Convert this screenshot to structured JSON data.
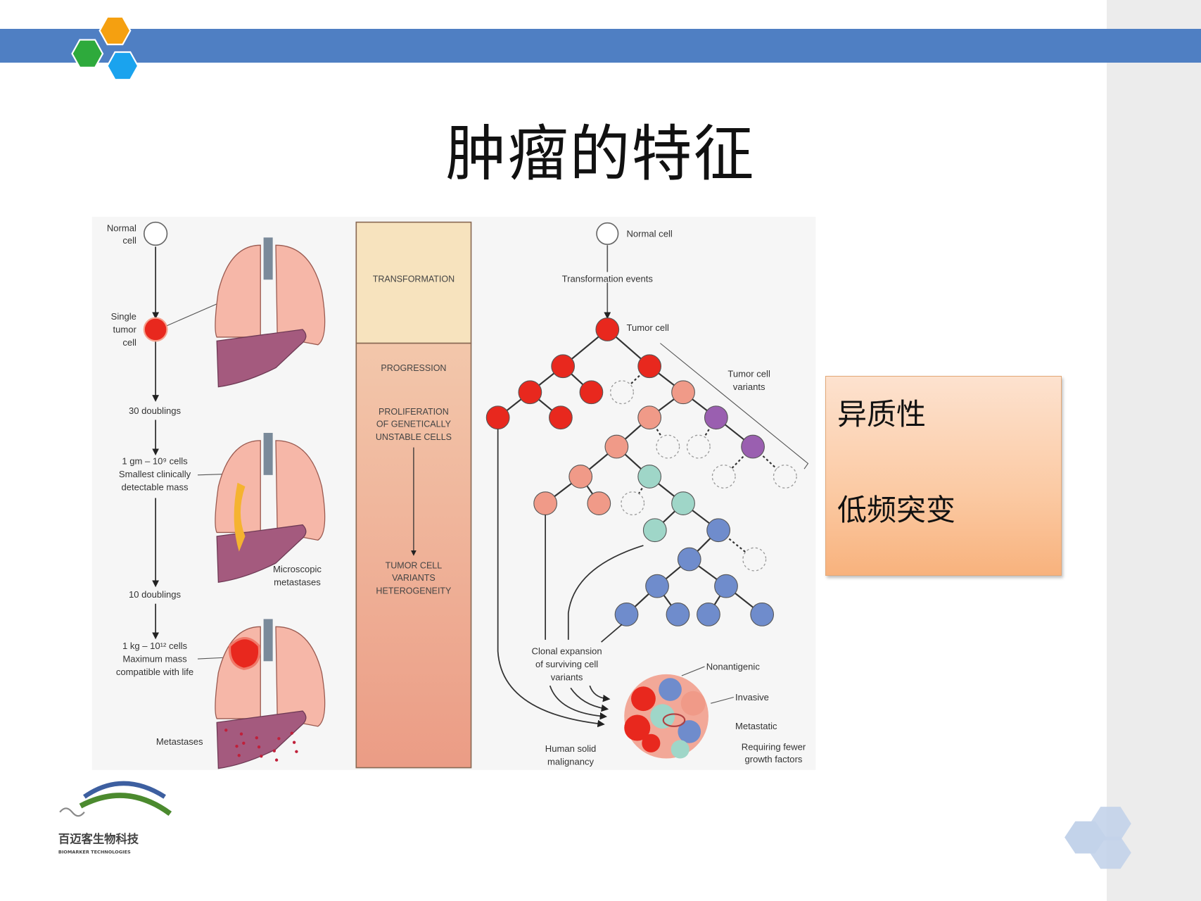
{
  "slide": {
    "title": "肿瘤的特征",
    "notes": [
      "异质性",
      "低频突变"
    ],
    "colors": {
      "top_bar": "#4f7fc3",
      "note_box": "#fbc9a2",
      "side_strip": "#ececec"
    }
  },
  "diagram": {
    "left": {
      "normal_cell": [
        "Normal",
        "cell"
      ],
      "single_tumor_cell": [
        "Single",
        "tumor",
        "cell"
      ],
      "doublings_30": "30 doublings",
      "one_gram": [
        "1 gm – 10⁹ cells",
        "Smallest clinically",
        "detectable mass"
      ],
      "microscopic_metastases": [
        "Microscopic",
        "metastases"
      ],
      "doublings_10": "10 doublings",
      "one_kg": [
        "1 kg – 10¹² cells",
        "Maximum mass",
        "compatible with life"
      ],
      "metastases": "Metastases"
    },
    "column": {
      "transformation": "TRANSFORMATION",
      "progression": "PROGRESSION",
      "proliferation": [
        "PROLIFERATION",
        "OF GENETICALLY",
        "UNSTABLE CELLS"
      ],
      "variants": [
        "TUMOR CELL",
        "VARIANTS",
        "HETEROGENEITY"
      ]
    },
    "right": {
      "normal_cell": "Normal cell",
      "transformation_events": "Transformation events",
      "tumor_cell": "Tumor cell",
      "tumor_cell_variants": [
        "Tumor cell",
        "variants"
      ],
      "clonal_expansion": [
        "Clonal expansion",
        "of surviving cell",
        "variants"
      ],
      "nonantigenic": "Nonantigenic",
      "invasive": "Invasive",
      "metastatic": "Metastatic",
      "fewer_growth_factors": [
        "Requiring fewer",
        "growth factors"
      ],
      "human_solid": [
        "Human solid",
        "malignancy"
      ]
    },
    "cell_colors": {
      "red": "#e8281e",
      "salmon": "#f09a88",
      "purple": "#9a5fb0",
      "teal": "#9fd6c8",
      "blue": "#6f8ccc"
    }
  },
  "footer": {
    "company_cn": "百迈客生物科技",
    "company_en": "BIOMARKER TECHNOLOGIES"
  }
}
